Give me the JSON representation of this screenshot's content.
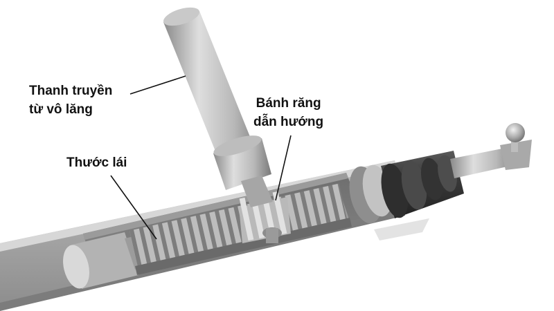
{
  "labels": {
    "steering_shaft": {
      "line1": "Thanh truyền",
      "line2": "từ vô lăng"
    },
    "pinion_gear": {
      "line1": "Bánh răng",
      "line2": "dẫn hướng"
    },
    "rack": {
      "line1": "Thước lái"
    }
  },
  "colors": {
    "background": "#ffffff",
    "label_text": "#111111",
    "metal_light": "#d4d4d4",
    "metal_mid": "#a9a9a9",
    "metal_dark": "#6e6e6e",
    "boot_rubber": "#3a3a3a",
    "pointer_line": "#111111"
  }
}
